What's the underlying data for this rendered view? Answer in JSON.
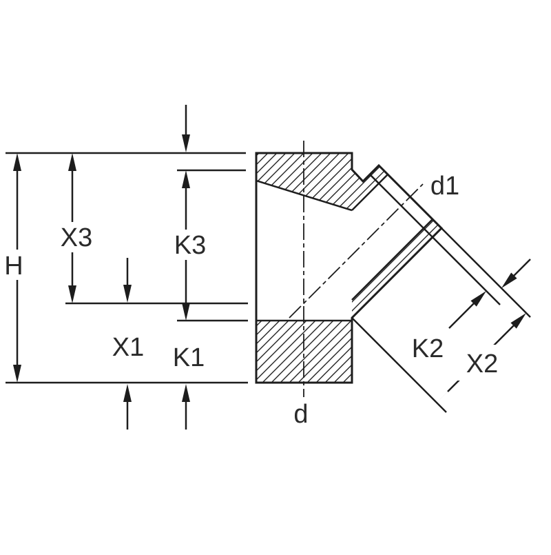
{
  "diagram": {
    "description": "Cross-section dimension drawing of a 45-degree branch pipe fitting",
    "labels": {
      "h": "H",
      "x3": "X3",
      "k3": "K3",
      "x1": "X1",
      "k1": "K1",
      "d": "d",
      "d1": "d1",
      "k2": "K2",
      "x2": "X2"
    },
    "colors": {
      "line": "#1d1d1d",
      "text": "#2a2a2a",
      "background": "#ffffff"
    }
  }
}
